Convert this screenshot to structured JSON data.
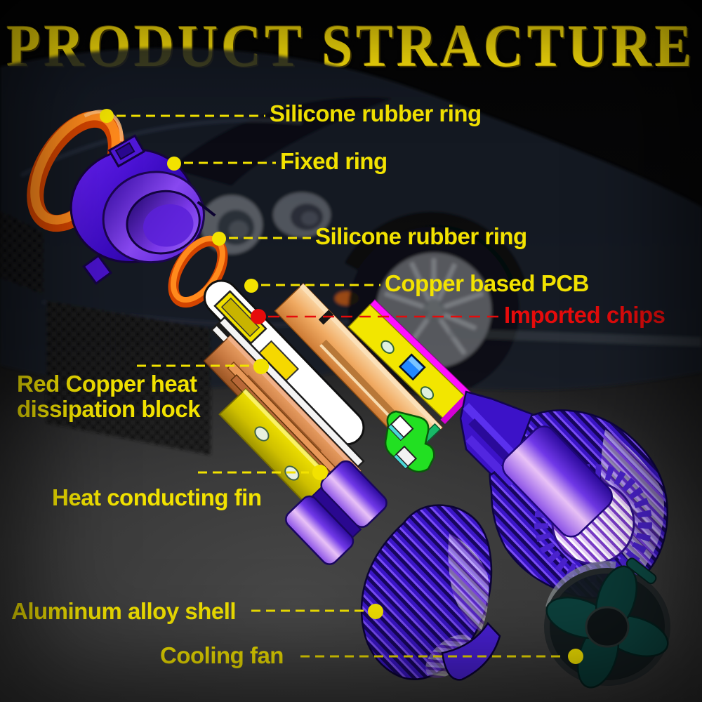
{
  "title": "PRODUCT STRACTURE",
  "labels": {
    "silicone_ring_top": {
      "text": "Silicone rubber ring"
    },
    "fixed_ring": {
      "text": "Fixed ring"
    },
    "silicone_ring_mid": {
      "text": "Silicone rubber ring"
    },
    "copper_pcb": {
      "text": "Copper based PCB"
    },
    "imported_chips": {
      "text": "Imported chips"
    },
    "red_copper_line1": {
      "text": "Red Copper heat"
    },
    "red_copper_line2": {
      "text": "dissipation block"
    },
    "heat_fin": {
      "text": "Heat conducting fin"
    },
    "alloy_shell": {
      "text": "Aluminum alloy shell"
    },
    "cooling_fan": {
      "text": "Cooling fan"
    }
  },
  "colors": {
    "title_yellow": "#ffe40a",
    "label_yellow": "#f2e200",
    "highlight_red": "#e60b0b",
    "ring_orange": "#ff7a00",
    "part_violet": "#5a1ee0",
    "copper": "#e89a5c",
    "pcb_yellow": "#f2e600",
    "pcb_green": "#22e022",
    "fan_teal": "#0c403c"
  }
}
